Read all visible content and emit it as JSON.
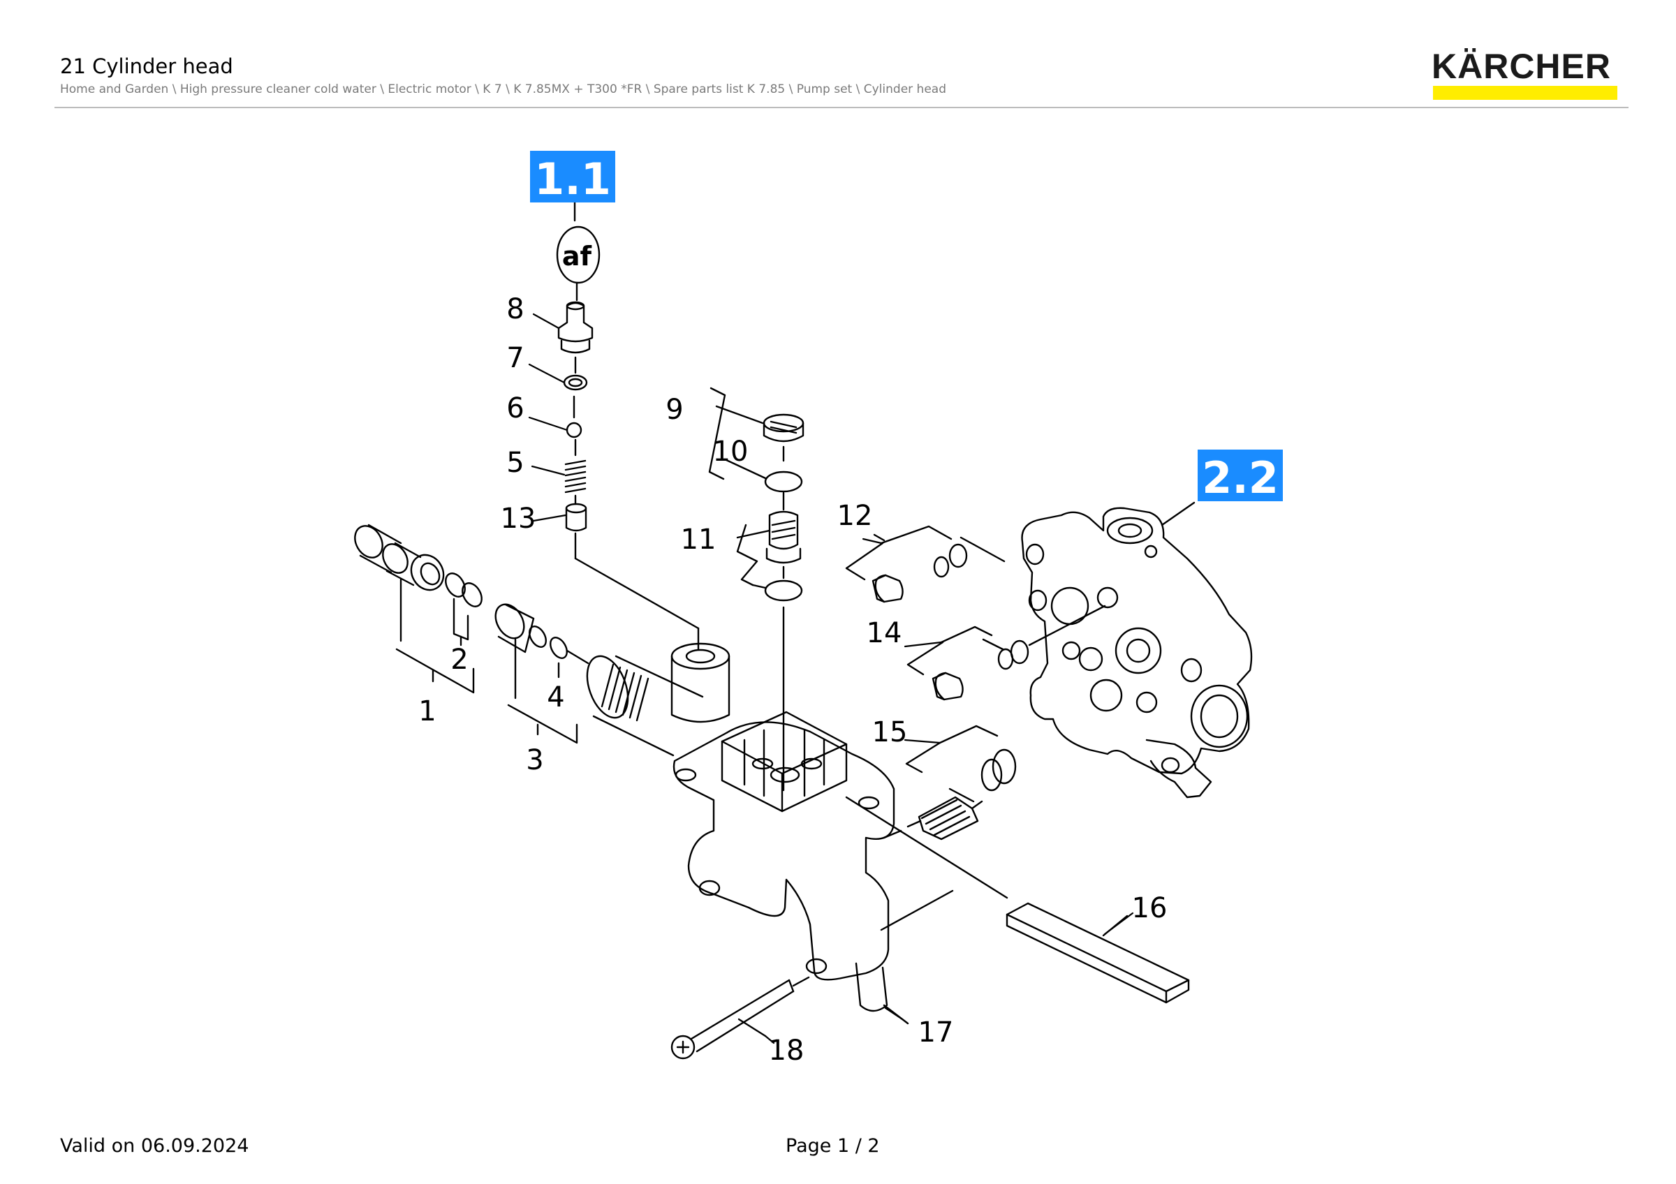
{
  "header": {
    "title": "21 Cylinder head",
    "breadcrumb": "Home and Garden \\ High pressure cleaner cold water \\ Electric motor \\ K 7 \\ K 7.85MX + T300 *FR \\ Spare parts list K 7.85 \\ Pump set \\ Cylinder head",
    "logo_text": "KÄRCHER"
  },
  "colors": {
    "logo_yellow": "#ffed00",
    "badge_blue": "#1a8cff",
    "line": "#000000"
  },
  "diagram": {
    "badges": [
      "1.1",
      "2.2"
    ],
    "symbol": "af",
    "callouts": [
      "1",
      "2",
      "3",
      "4",
      "5",
      "6",
      "7",
      "8",
      "9",
      "10",
      "11",
      "12",
      "13",
      "14",
      "15",
      "16",
      "17",
      "18"
    ]
  },
  "footer": {
    "valid": "Valid on 06.09.2024",
    "page": "Page 1 / 2"
  }
}
